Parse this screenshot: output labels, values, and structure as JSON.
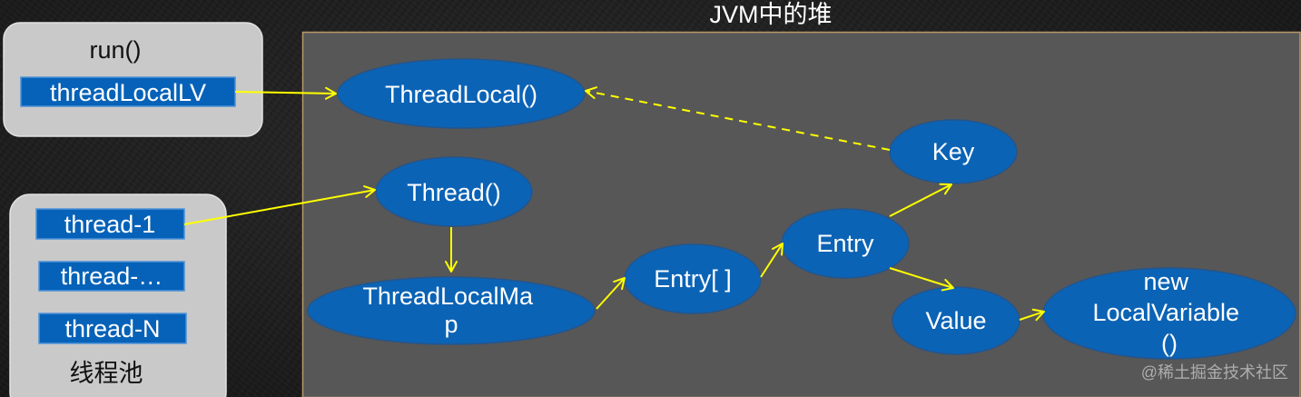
{
  "title": "JVM中的堆",
  "run_frame": {
    "method": "run()",
    "local_var": "threadLocalLV"
  },
  "thread_pool": {
    "threads": [
      "thread-1",
      "thread-…",
      "thread-N"
    ],
    "label": "线程池"
  },
  "heap": {
    "nodes": {
      "thread_local": "ThreadLocal()",
      "key": "Key",
      "thread": "Thread()",
      "thread_local_map": [
        "ThreadLocalMa",
        "p"
      ],
      "entry_array": "Entry[ ]",
      "entry": "Entry",
      "value": "Value",
      "local_variable": [
        "new",
        "LocalVariable",
        "()"
      ]
    }
  },
  "watermark": "@稀土掘金技术社区",
  "colors": {
    "heap_fill": "#575757",
    "heap_border": "#b8996a",
    "frame_fill": "#c9c9c9",
    "node_fill": "#0b63b5",
    "node_stroke": "#24558c",
    "var_fill": "#0662b8",
    "arrow": "#ffff00",
    "light_text": "#ffffff",
    "dark_text": "#111111"
  }
}
